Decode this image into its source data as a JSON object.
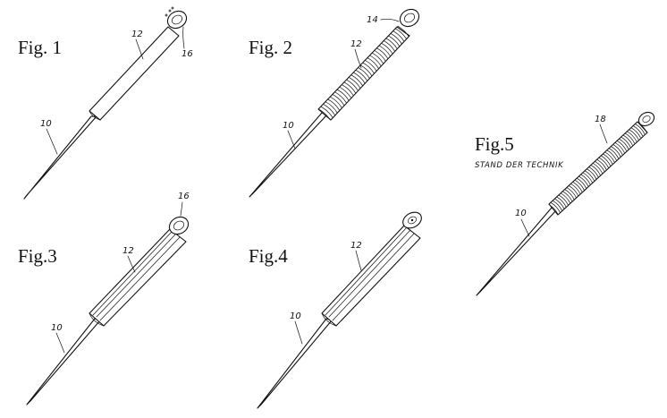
{
  "figures": [
    {
      "id": "fig1",
      "title": "Fig. 1",
      "labels": {
        "needle": "10",
        "handle": "12",
        "loop": "16"
      }
    },
    {
      "id": "fig2",
      "title": "Fig. 2",
      "labels": {
        "needle": "10",
        "handle": "12",
        "loop": "14"
      }
    },
    {
      "id": "fig3",
      "title": "Fig.3",
      "labels": {
        "needle": "10",
        "handle": "12",
        "loop": "16"
      }
    },
    {
      "id": "fig4",
      "title": "Fig.4",
      "labels": {
        "needle": "10",
        "handle": "12"
      }
    },
    {
      "id": "fig5",
      "title": "Fig.5",
      "caption": "STAND DER TECHNIK",
      "labels": {
        "needle": "10",
        "handle": "18"
      }
    }
  ]
}
